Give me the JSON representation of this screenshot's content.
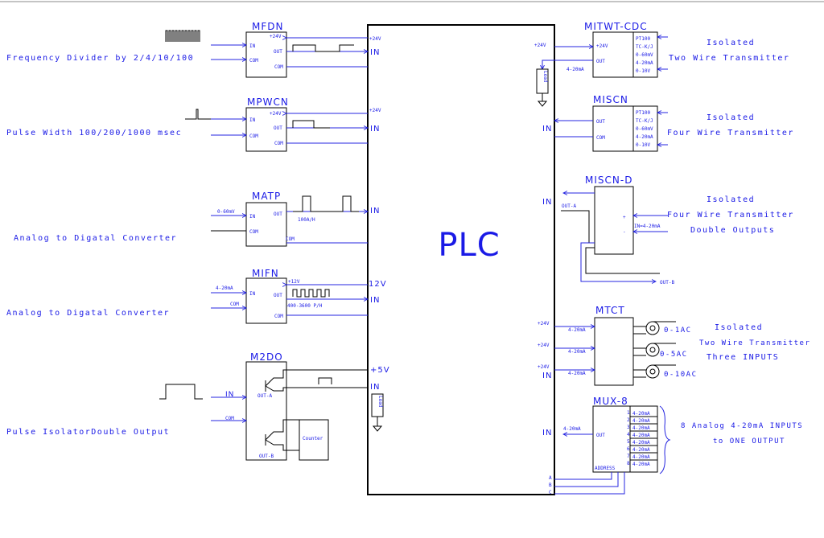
{
  "plc": {
    "label": "PLC"
  },
  "left": {
    "mfdn": {
      "title": "MFDN",
      "caption": "Frequency Divider by 2/4/10/100",
      "in": "IN",
      "com": "COM",
      "pwr": "+24V",
      "out": "OUT",
      "com2": "COM",
      "plc_pwr": "+24V",
      "plc_in": "IN"
    },
    "mpwcn": {
      "title": "MPWCN",
      "caption": "Pulse Width 100/200/1000 msec",
      "in": "IN",
      "pwr": "+24V",
      "out": "OUT",
      "com": "COM",
      "com2": "COM",
      "plc_pwr": "+24V",
      "plc_in": "IN"
    },
    "matp": {
      "title": "MATP",
      "caption": "Analog to Digatal Converter",
      "range": "0-60mV",
      "in": "IN",
      "com": "COM",
      "out": "OUT",
      "freq": "100A/H",
      "com2": "COM",
      "plc_in": "IN"
    },
    "mifn": {
      "title": "MIFN",
      "caption": "Analog to Digatal Converter",
      "range": "4-20mA",
      "in": "IN",
      "com": "COM",
      "pwr": "+12V",
      "out": "OUT",
      "freq": "400-3600 P/H",
      "com2": "COM",
      "plc_pwr": "12V",
      "plc_in": "IN"
    },
    "m2do": {
      "title": "M2DO",
      "caption": "Pulse IsolatorDouble Output",
      "in": "IN",
      "com": "COM",
      "out_a": "OUT-A",
      "out_b": "OUT-B",
      "counter": "Counter",
      "plc_pwr": "+5V",
      "plc_in": "IN",
      "load": "Load"
    }
  },
  "right": {
    "mitwt": {
      "title": "MITWT-CDC",
      "caption1": "Isolated",
      "caption2": "Two Wire Transmitter",
      "pwr": "+24V",
      "plc_pwr": "+24V",
      "out": "OUT",
      "signal": "4-20mA",
      "load": "Load",
      "ranges": [
        "PT100",
        "TC-K/J",
        "0-60mV",
        "4-20mA",
        "0-10V"
      ]
    },
    "miscn": {
      "title": "MISCN",
      "caption1": "Isolated",
      "caption2": "Four Wire Transmitter",
      "plc_in": "IN",
      "out": "OUT",
      "com": "COM",
      "ranges": [
        "PT100",
        "TC-K/J",
        "0-60mV",
        "4-20mA",
        "0-10V"
      ]
    },
    "miscnd": {
      "title": "MISCN-D",
      "caption1": "Isolated",
      "caption2": "Four Wire Transmitter",
      "caption3": "Double Outputs",
      "plc_in": "IN",
      "out_a": "OUT-A",
      "out_b": "OUT-B",
      "input": "IN=4-20mA",
      "plus": "+",
      "minus": "-"
    },
    "mtct": {
      "title": "MTCT",
      "caption1": "Isolated",
      "caption2": "Two Wire Transmitter",
      "caption3": "Three INPUTS",
      "channels": [
        {
          "pwr": "+24V",
          "sig": "4-20mA",
          "ct": "0-1AC"
        },
        {
          "pwr": "+24V",
          "sig": "4-20mA",
          "ct": "0-5AC"
        },
        {
          "pwr": "+24V",
          "sig": "4-20mA",
          "ct": "0-10AC"
        }
      ],
      "plc_in": "IN"
    },
    "mux": {
      "title": "MUX-8",
      "caption1": "8 Analog 4-20mA INPUTS",
      "caption2": "to ONE OUTPUT",
      "out": "OUT",
      "signal": "4-20mA",
      "address": "ADDRESS",
      "plc_in": "IN",
      "inputs": [
        "1",
        "2",
        "3",
        "4",
        "5",
        "6",
        "7",
        "8"
      ],
      "input_sig": "4-20mA",
      "addr_lines": [
        "A",
        "B",
        "C"
      ]
    }
  }
}
